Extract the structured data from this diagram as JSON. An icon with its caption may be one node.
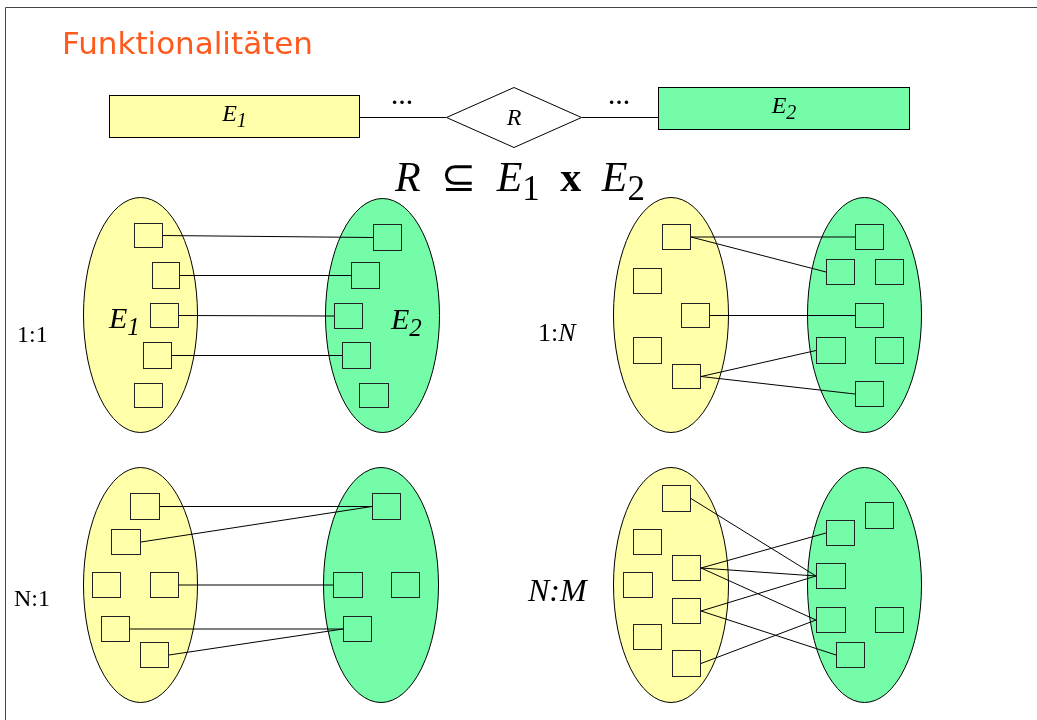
{
  "diagram": {
    "title": "Funktionalitäten",
    "nodes": [
      {
        "text": [
          "E$_{1}$"
        ]
      },
      {
        "text": [
          "R"
        ]
      },
      {
        "text": [
          "E$_{2}$"
        ]
      },
      {
        "text": [
          "E$_{1}$"
        ]
      },
      {
        "text": [],
        "shape": "box",
        "in": 3
      },
      {
        "text": [],
        "shape": "box",
        "in": 3
      },
      {
        "text": [],
        "shape": "box",
        "in": 3
      },
      {
        "text": [],
        "shape": "box",
        "in": 3
      },
      {
        "text": [],
        "shape": "box",
        "in": 3
      },
      {
        "text": [
          "E$_{2}$"
        ]
      },
      {
        "text": [],
        "shape": "box",
        "in": 9
      },
      {
        "text": [],
        "shape": "box",
        "in": 9
      },
      {
        "text": [],
        "shape": "box",
        "in": 9
      },
      {
        "text": [],
        "shape": "box",
        "in": 9
      },
      {
        "text": [],
        "shape": "box",
        "in": 9
      },
      {
        "text": [],
        "shape": "ellipse"
      },
      {
        "text": [],
        "shape": "box",
        "in": 15
      },
      {
        "text": [],
        "shape": "box",
        "in": 15
      },
      {
        "text": [],
        "shape": "box",
        "in": 15
      },
      {
        "text": [],
        "shape": "box",
        "in": 15
      },
      {
        "text": [],
        "shape": "box",
        "in": 15
      },
      {
        "text": [],
        "shape": "ellipse"
      },
      {
        "text": [],
        "shape": "box",
        "in": 21
      },
      {
        "text": [],
        "shape": "box",
        "in": 21
      },
      {
        "text": [],
        "shape": "box",
        "in": 21
      },
      {
        "text": [],
        "shape": "box",
        "in": 21
      },
      {
        "text": [],
        "shape": "box",
        "in": 21
      },
      {
        "text": [],
        "shape": "box",
        "in": 21
      },
      {
        "text": [],
        "shape": "box",
        "in": 21
      },
      {
        "text": [],
        "shape": "ellipse"
      },
      {
        "text": [],
        "shape": "box",
        "in": 29
      },
      {
        "text": [],
        "shape": "box",
        "in": 29
      },
      {
        "text": [],
        "shape": "box",
        "in": 29
      },
      {
        "text": [],
        "shape": "box",
        "in": 29
      },
      {
        "text": [],
        "shape": "box",
        "in": 29
      },
      {
        "text": [],
        "shape": "box",
        "in": 29
      },
      {
        "text": [],
        "shape": "ellipse"
      },
      {
        "text": [],
        "shape": "box",
        "in": 36
      },
      {
        "text": [],
        "shape": "box",
        "in": 36
      },
      {
        "text": [],
        "shape": "box",
        "in": 36
      },
      {
        "text": [],
        "shape": "box",
        "in": 36
      },
      {
        "text": [],
        "shape": "ellipse"
      },
      {
        "text": [],
        "shape": "box",
        "in": 41
      },
      {
        "text": [],
        "shape": "box",
        "in": 41
      },
      {
        "text": [],
        "shape": "box",
        "in": 41
      },
      {
        "text": [],
        "shape": "box",
        "in": 41
      },
      {
        "text": [],
        "shape": "box",
        "in": 41
      },
      {
        "text": [],
        "shape": "box",
        "in": 41
      },
      {
        "text": [],
        "shape": "box",
        "in": 41
      },
      {
        "text": [],
        "shape": "ellipse"
      },
      {
        "text": [],
        "shape": "box",
        "in": 49
      },
      {
        "text": [],
        "shape": "box",
        "in": 49
      },
      {
        "text": [],
        "shape": "box",
        "in": 49
      },
      {
        "text": [],
        "shape": "box",
        "in": 49
      },
      {
        "text": [],
        "shape": "box",
        "in": 49
      },
      {
        "text": [],
        "shape": "box",
        "in": 49
      }
    ],
    "edges": [
      {
        "from": 0,
        "to": 1,
        "arrow": "none",
        "label": "…"
      },
      {
        "from": 1,
        "to": 2,
        "arrow": "none",
        "label": "…"
      },
      {
        "from": 4,
        "to": 10,
        "arrow": "none"
      },
      {
        "from": 5,
        "to": 11,
        "arrow": "none"
      },
      {
        "from": 6,
        "to": 12,
        "arrow": "none"
      },
      {
        "from": 7,
        "to": 13,
        "arrow": "none"
      },
      {
        "from": 16,
        "to": 22,
        "arrow": "none"
      },
      {
        "from": 16,
        "to": 23,
        "arrow": "none"
      },
      {
        "from": 18,
        "to": 25,
        "arrow": "none"
      },
      {
        "from": 20,
        "to": 26,
        "arrow": "none"
      },
      {
        "from": 20,
        "to": 28,
        "arrow": "none"
      },
      {
        "from": 30,
        "to": 37,
        "arrow": "none"
      },
      {
        "from": 31,
        "to": 37,
        "arrow": "none"
      },
      {
        "from": 33,
        "to": 38,
        "arrow": "none"
      },
      {
        "from": 34,
        "to": 40,
        "arrow": "none"
      },
      {
        "from": 35,
        "to": 40,
        "arrow": "none"
      },
      {
        "from": 42,
        "to": 52,
        "arrow": "none"
      },
      {
        "from": 44,
        "to": 51,
        "arrow": "none"
      },
      {
        "from": 44,
        "to": 52,
        "arrow": "none"
      },
      {
        "from": 44,
        "to": 53,
        "arrow": "none"
      },
      {
        "from": 46,
        "to": 52,
        "arrow": "none"
      },
      {
        "from": 46,
        "to": 55,
        "arrow": "none"
      },
      {
        "from": 48,
        "to": 53,
        "arrow": "none"
      }
    ],
    "labels": [
      "*R* ⊆ *E*$_{1}$ **x** *E*$_{2}$",
      "1:1",
      "1:*N*",
      "N:1",
      "N:M"
    ]
  }
}
